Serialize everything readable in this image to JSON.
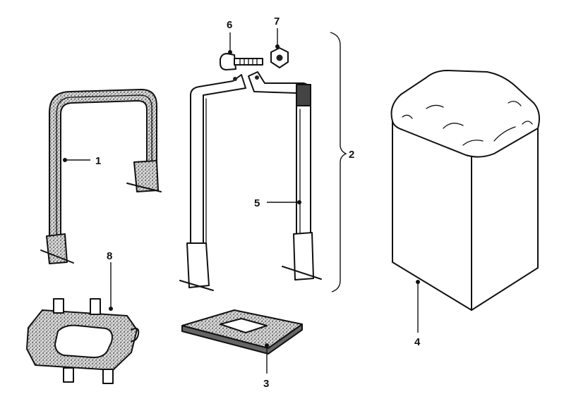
{
  "figure": {
    "callouts": [
      {
        "id": "c1",
        "label": "1"
      },
      {
        "id": "c2",
        "label": "2"
      },
      {
        "id": "c3",
        "label": "3"
      },
      {
        "id": "c4",
        "label": "4"
      },
      {
        "id": "c5",
        "label": "5"
      },
      {
        "id": "c6",
        "label": "6"
      },
      {
        "id": "c7",
        "label": "7"
      },
      {
        "id": "c8",
        "label": "8"
      }
    ]
  },
  "colors": {
    "ink": "#111111",
    "stipple": "#9a9a9a",
    "background": "#ffffff"
  }
}
